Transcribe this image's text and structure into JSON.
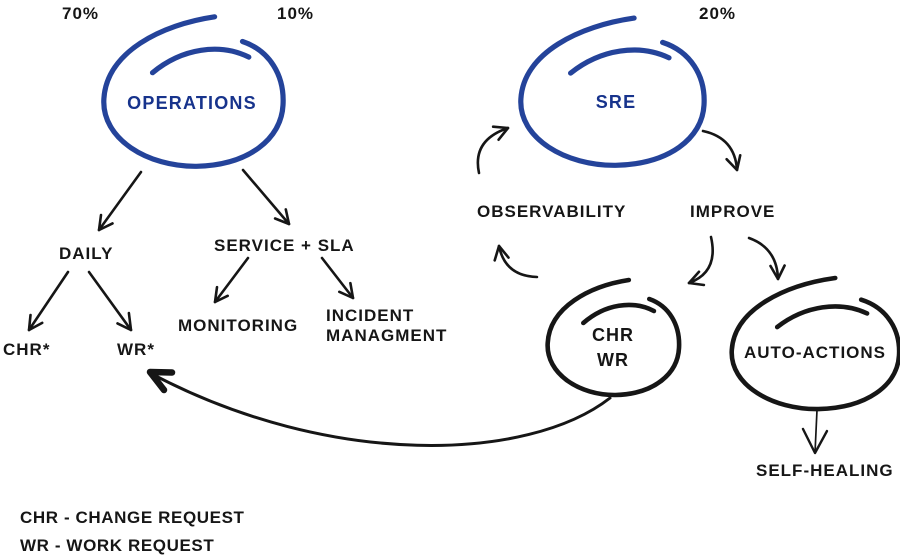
{
  "title": "Operations vs SRE hand-drawn workflow diagram",
  "colors": {
    "blue": "#24439a",
    "blue_text": "#17338c",
    "ink": "#161616",
    "background": "#ffffff"
  },
  "percentages": {
    "operations": "70%",
    "service": "10%",
    "sre": "20%"
  },
  "nodes": {
    "operations": "OPERATIONS",
    "sre": "SRE",
    "daily": "DAILY",
    "service_sla": "SERVICE + SLA",
    "monitoring": "MONITORING",
    "incident_line1": "INCIDENT",
    "incident_line2": "MANAGMENT",
    "chr": "CHR*",
    "wr": "WR*",
    "observability": "OBSERVABILITY",
    "improve": "IMPROVE",
    "chr_wr_line1": "CHR",
    "chr_wr_line2": "WR",
    "auto_actions": "AUTO-ACTIONS",
    "self_healing": "SELF-HEALING"
  },
  "legend": {
    "line1": "CHR - CHANGE REQUEST",
    "line2": "WR - WORK REQUEST"
  }
}
